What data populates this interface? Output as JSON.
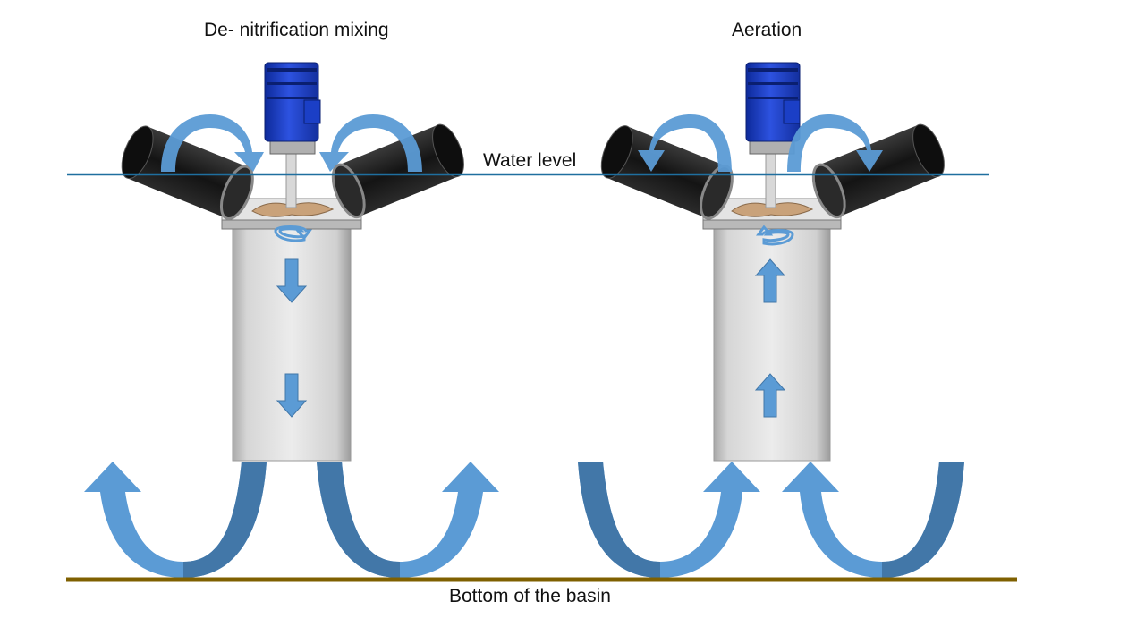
{
  "titles": {
    "left": "De- nitrification mixing",
    "right": "Aeration"
  },
  "labels": {
    "water_level": "Water level",
    "bottom": "Bottom of the basin"
  },
  "colors": {
    "water_line": "#1f6f9f",
    "bottom_line": "#7f6000",
    "arrow_light": "#5b9bd5",
    "arrow_dark": "#4277a8",
    "motor_blue": "#1f3fbf",
    "aerator_black": "#1a1a1a",
    "column_grey": "#d0d0d0",
    "impeller_tan": "#c9a27a"
  },
  "flow": {
    "left": "down",
    "right": "up"
  }
}
